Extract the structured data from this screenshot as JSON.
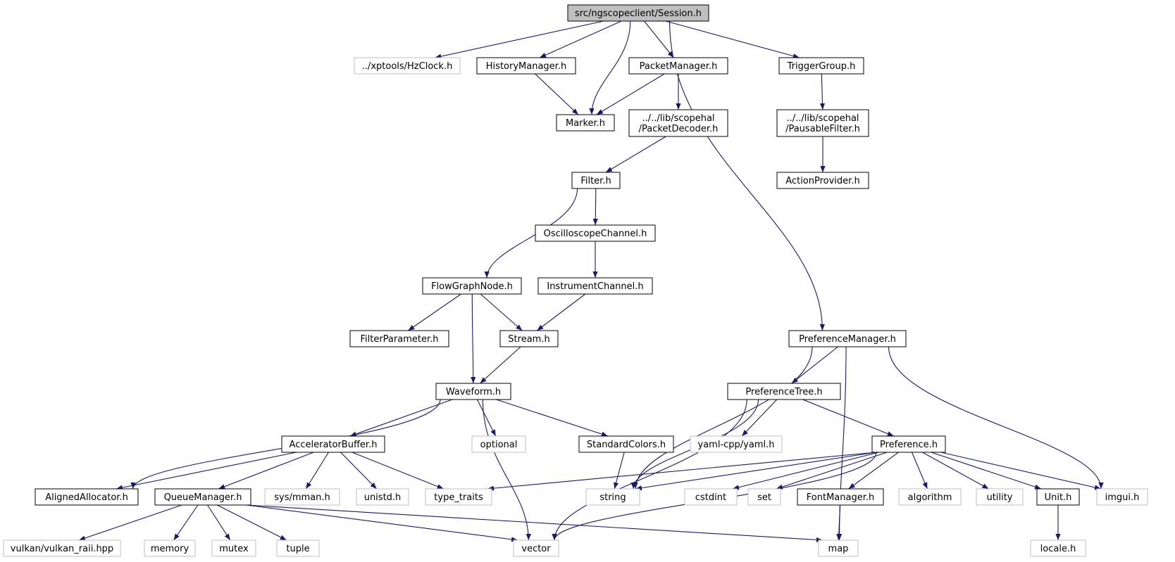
{
  "colors": {
    "edge": "#191970",
    "documented_border": "#000000",
    "external_border": "#bfbfbf",
    "root_fill": "#bfbfbf",
    "text": "#000000"
  },
  "nodes": {
    "session": {
      "lines": [
        "src/ngscopeclient/Session.h"
      ],
      "kind": "root"
    },
    "hzclock": {
      "lines": [
        "../xptools/HzClock.h"
      ],
      "kind": "external"
    },
    "history": {
      "lines": [
        "HistoryManager.h"
      ],
      "kind": "documented"
    },
    "packetmgr": {
      "lines": [
        "PacketManager.h"
      ],
      "kind": "documented"
    },
    "trigger": {
      "lines": [
        "TriggerGroup.h"
      ],
      "kind": "documented"
    },
    "marker": {
      "lines": [
        "Marker.h"
      ],
      "kind": "documented"
    },
    "packetdec": {
      "lines": [
        "../../lib/scopehal",
        "/PacketDecoder.h"
      ],
      "kind": "documented"
    },
    "pausable": {
      "lines": [
        "../../lib/scopehal",
        "/PausableFilter.h"
      ],
      "kind": "documented"
    },
    "action": {
      "lines": [
        "ActionProvider.h"
      ],
      "kind": "documented"
    },
    "filter": {
      "lines": [
        "Filter.h"
      ],
      "kind": "documented"
    },
    "osc": {
      "lines": [
        "OscilloscopeChannel.h"
      ],
      "kind": "documented"
    },
    "flowgraph": {
      "lines": [
        "FlowGraphNode.h"
      ],
      "kind": "documented"
    },
    "instrument": {
      "lines": [
        "InstrumentChannel.h"
      ],
      "kind": "documented"
    },
    "filterparam": {
      "lines": [
        "FilterParameter.h"
      ],
      "kind": "documented"
    },
    "stream": {
      "lines": [
        "Stream.h"
      ],
      "kind": "documented"
    },
    "prefmgr": {
      "lines": [
        "PreferenceManager.h"
      ],
      "kind": "documented"
    },
    "waveform": {
      "lines": [
        "Waveform.h"
      ],
      "kind": "documented"
    },
    "preftree": {
      "lines": [
        "PreferenceTree.h"
      ],
      "kind": "documented"
    },
    "optional": {
      "lines": [
        "optional"
      ],
      "kind": "external"
    },
    "stdcolors": {
      "lines": [
        "StandardColors.h"
      ],
      "kind": "documented"
    },
    "yaml": {
      "lines": [
        "yaml-cpp/yaml.h"
      ],
      "kind": "external"
    },
    "accel": {
      "lines": [
        "AcceleratorBuffer.h"
      ],
      "kind": "documented"
    },
    "pref": {
      "lines": [
        "Preference.h"
      ],
      "kind": "documented"
    },
    "aligned": {
      "lines": [
        "AlignedAllocator.h"
      ],
      "kind": "documented"
    },
    "queue": {
      "lines": [
        "QueueManager.h"
      ],
      "kind": "documented"
    },
    "mman": {
      "lines": [
        "sys/mman.h"
      ],
      "kind": "external"
    },
    "unistd": {
      "lines": [
        "unistd.h"
      ],
      "kind": "external"
    },
    "typetraits": {
      "lines": [
        "type_traits"
      ],
      "kind": "external"
    },
    "string": {
      "lines": [
        "string"
      ],
      "kind": "external"
    },
    "cstdint": {
      "lines": [
        "cstdint"
      ],
      "kind": "external"
    },
    "set": {
      "lines": [
        "set"
      ],
      "kind": "external"
    },
    "fontmgr": {
      "lines": [
        "FontManager.h"
      ],
      "kind": "documented"
    },
    "algorithm": {
      "lines": [
        "algorithm"
      ],
      "kind": "external"
    },
    "utility": {
      "lines": [
        "utility"
      ],
      "kind": "external"
    },
    "unit": {
      "lines": [
        "Unit.h"
      ],
      "kind": "documented"
    },
    "imgui": {
      "lines": [
        "imgui.h"
      ],
      "kind": "external"
    },
    "vulkan": {
      "lines": [
        "vulkan/vulkan_raii.hpp"
      ],
      "kind": "external"
    },
    "memory": {
      "lines": [
        "memory"
      ],
      "kind": "external"
    },
    "mutex": {
      "lines": [
        "mutex"
      ],
      "kind": "external"
    },
    "tuple": {
      "lines": [
        "tuple"
      ],
      "kind": "external"
    },
    "vector": {
      "lines": [
        "vector"
      ],
      "kind": "external"
    },
    "map": {
      "lines": [
        "map"
      ],
      "kind": "external"
    },
    "locale": {
      "lines": [
        "locale.h"
      ],
      "kind": "external"
    }
  },
  "edges": [
    [
      "session",
      "hzclock"
    ],
    [
      "session",
      "history"
    ],
    [
      "session",
      "marker"
    ],
    [
      "session",
      "packetmgr"
    ],
    [
      "session",
      "prefmgr"
    ],
    [
      "session",
      "trigger"
    ],
    [
      "history",
      "marker"
    ],
    [
      "packetmgr",
      "marker"
    ],
    [
      "packetmgr",
      "packetdec"
    ],
    [
      "trigger",
      "pausable"
    ],
    [
      "pausable",
      "action"
    ],
    [
      "packetdec",
      "filter"
    ],
    [
      "filter",
      "osc"
    ],
    [
      "filter",
      "flowgraph"
    ],
    [
      "osc",
      "instrument"
    ],
    [
      "instrument",
      "stream"
    ],
    [
      "flowgraph",
      "filterparam"
    ],
    [
      "flowgraph",
      "stream"
    ],
    [
      "flowgraph",
      "waveform"
    ],
    [
      "stream",
      "waveform"
    ],
    [
      "waveform",
      "aligned"
    ],
    [
      "waveform",
      "accel"
    ],
    [
      "waveform",
      "vector"
    ],
    [
      "waveform",
      "optional"
    ],
    [
      "waveform",
      "stdcolors"
    ],
    [
      "stdcolors",
      "string"
    ],
    [
      "accel",
      "aligned"
    ],
    [
      "accel",
      "queue"
    ],
    [
      "accel",
      "mman"
    ],
    [
      "accel",
      "unistd"
    ],
    [
      "accel",
      "typetraits"
    ],
    [
      "queue",
      "vulkan"
    ],
    [
      "queue",
      "memory"
    ],
    [
      "queue",
      "mutex"
    ],
    [
      "queue",
      "tuple"
    ],
    [
      "queue",
      "vector"
    ],
    [
      "queue",
      "map"
    ],
    [
      "prefmgr",
      "preftree"
    ],
    [
      "prefmgr",
      "string"
    ],
    [
      "prefmgr",
      "imgui"
    ],
    [
      "prefmgr",
      "map"
    ],
    [
      "preftree",
      "vector"
    ],
    [
      "preftree",
      "yaml"
    ],
    [
      "preftree",
      "string"
    ],
    [
      "preftree",
      "pref"
    ],
    [
      "pref",
      "typetraits"
    ],
    [
      "pref",
      "string"
    ],
    [
      "pref",
      "vector"
    ],
    [
      "pref",
      "cstdint"
    ],
    [
      "pref",
      "set"
    ],
    [
      "pref",
      "fontmgr"
    ],
    [
      "pref",
      "algorithm"
    ],
    [
      "pref",
      "utility"
    ],
    [
      "pref",
      "unit"
    ],
    [
      "pref",
      "imgui"
    ],
    [
      "fontmgr",
      "map"
    ],
    [
      "unit",
      "locale"
    ]
  ]
}
